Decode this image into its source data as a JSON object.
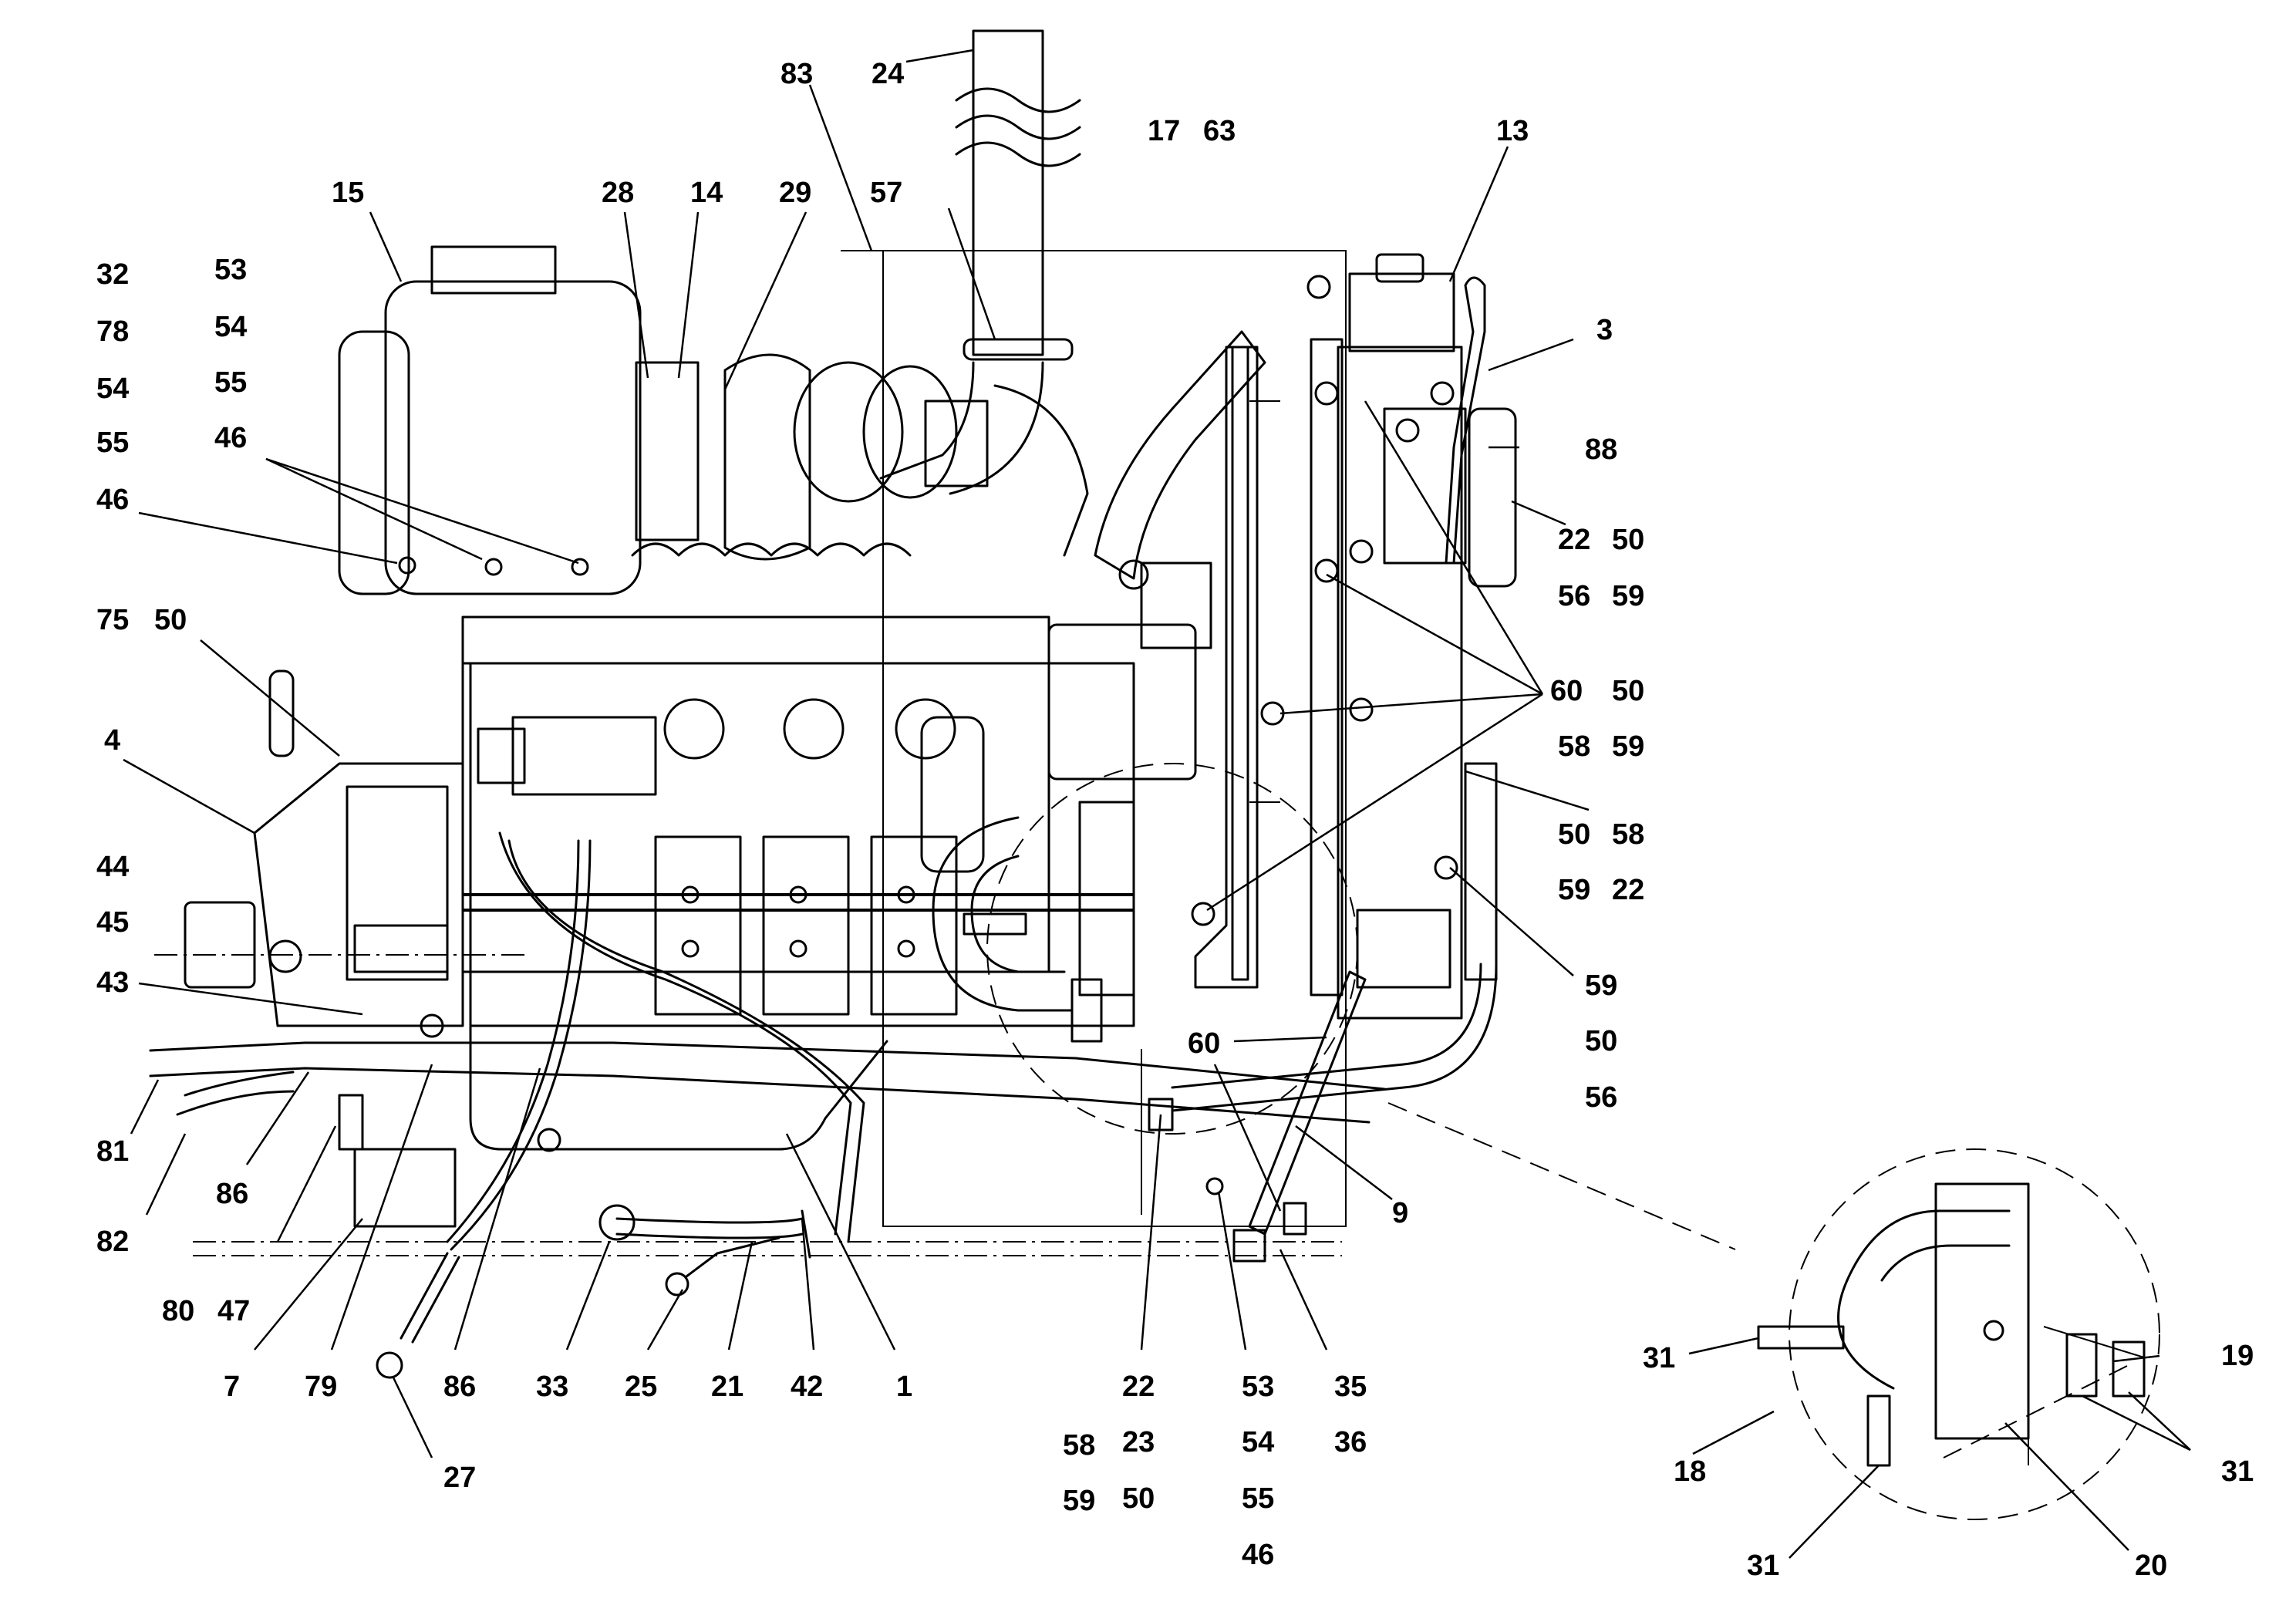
{
  "figure": {
    "labels": [
      {
        "id": "l24",
        "text": "24"
      },
      {
        "id": "l83",
        "text": "83"
      },
      {
        "id": "l17",
        "text": "17"
      },
      {
        "id": "l63",
        "text": "63"
      },
      {
        "id": "l13",
        "text": "13"
      },
      {
        "id": "l15",
        "text": "15"
      },
      {
        "id": "l28",
        "text": "28"
      },
      {
        "id": "l14",
        "text": "14"
      },
      {
        "id": "l29",
        "text": "29"
      },
      {
        "id": "l57",
        "text": "57"
      },
      {
        "id": "l3",
        "text": "3"
      },
      {
        "id": "l32",
        "text": "32"
      },
      {
        "id": "l53a",
        "text": "53"
      },
      {
        "id": "l78",
        "text": "78"
      },
      {
        "id": "l54a",
        "text": "54"
      },
      {
        "id": "l54b",
        "text": "54"
      },
      {
        "id": "l55a",
        "text": "55"
      },
      {
        "id": "l55b",
        "text": "55"
      },
      {
        "id": "l46a",
        "text": "46"
      },
      {
        "id": "l88",
        "text": "88"
      },
      {
        "id": "l46b",
        "text": "46"
      },
      {
        "id": "l22a",
        "text": "22"
      },
      {
        "id": "l50a",
        "text": "50"
      },
      {
        "id": "l56a",
        "text": "56"
      },
      {
        "id": "l59a",
        "text": "59"
      },
      {
        "id": "l75",
        "text": "75"
      },
      {
        "id": "l50b",
        "text": "50"
      },
      {
        "id": "l60a",
        "text": "60"
      },
      {
        "id": "l50c",
        "text": "50"
      },
      {
        "id": "l4",
        "text": "4"
      },
      {
        "id": "l58a",
        "text": "58"
      },
      {
        "id": "l59b",
        "text": "59"
      },
      {
        "id": "l50d",
        "text": "50"
      },
      {
        "id": "l58b",
        "text": "58"
      },
      {
        "id": "l44",
        "text": "44"
      },
      {
        "id": "l59c",
        "text": "59"
      },
      {
        "id": "l22b",
        "text": "22"
      },
      {
        "id": "l45",
        "text": "45"
      },
      {
        "id": "l43",
        "text": "43"
      },
      {
        "id": "l59d",
        "text": "59"
      },
      {
        "id": "l60b",
        "text": "60"
      },
      {
        "id": "l50e",
        "text": "50"
      },
      {
        "id": "l56b",
        "text": "56"
      },
      {
        "id": "l81",
        "text": "81"
      },
      {
        "id": "l86a",
        "text": "86"
      },
      {
        "id": "l9",
        "text": "9"
      },
      {
        "id": "l82",
        "text": "82"
      },
      {
        "id": "l80",
        "text": "80"
      },
      {
        "id": "l47",
        "text": "47"
      },
      {
        "id": "l31a",
        "text": "31"
      },
      {
        "id": "l19",
        "text": "19"
      },
      {
        "id": "l7",
        "text": "7"
      },
      {
        "id": "l79",
        "text": "79"
      },
      {
        "id": "l86b",
        "text": "86"
      },
      {
        "id": "l33",
        "text": "33"
      },
      {
        "id": "l25",
        "text": "25"
      },
      {
        "id": "l21",
        "text": "21"
      },
      {
        "id": "l42",
        "text": "42"
      },
      {
        "id": "l1",
        "text": "1"
      },
      {
        "id": "l22c",
        "text": "22"
      },
      {
        "id": "l53b",
        "text": "53"
      },
      {
        "id": "l35",
        "text": "35"
      },
      {
        "id": "l18",
        "text": "18"
      },
      {
        "id": "l31b",
        "text": "31"
      },
      {
        "id": "l58c",
        "text": "58"
      },
      {
        "id": "l23",
        "text": "23"
      },
      {
        "id": "l54c",
        "text": "54"
      },
      {
        "id": "l36",
        "text": "36"
      },
      {
        "id": "l27",
        "text": "27"
      },
      {
        "id": "l59e",
        "text": "59"
      },
      {
        "id": "l50f",
        "text": "50"
      },
      {
        "id": "l55c",
        "text": "55"
      },
      {
        "id": "l46c",
        "text": "46"
      },
      {
        "id": "l31c",
        "text": "31"
      },
      {
        "id": "l20",
        "text": "20"
      }
    ]
  }
}
